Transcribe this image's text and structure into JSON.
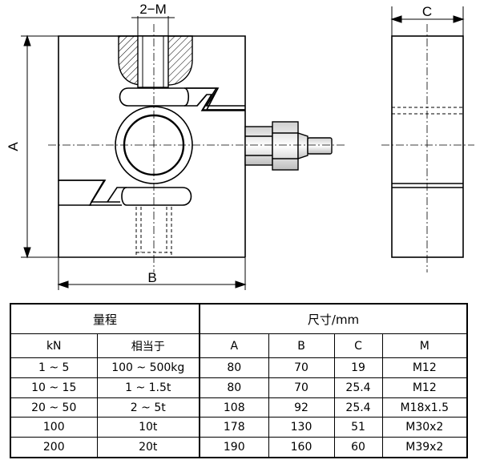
{
  "drawing": {
    "thread_label": "2−M",
    "dim_a_label": "A",
    "dim_b_label": "B",
    "dim_c_label": "C"
  },
  "table": {
    "group_headers": [
      "量程",
      "尺寸/mm"
    ],
    "columns": [
      "kN",
      "相当于",
      "A",
      "B",
      "C",
      "M"
    ],
    "rows": [
      [
        "1 ~ 5",
        "100 ~ 500kg",
        "80",
        "70",
        "19",
        "M12"
      ],
      [
        "10 ~ 15",
        "1 ~ 1.5t",
        "80",
        "70",
        "25.4",
        "M12"
      ],
      [
        "20 ~ 50",
        "2 ~ 5t",
        "108",
        "92",
        "25.4",
        "M18x1.5"
      ],
      [
        "100",
        "10t",
        "178",
        "130",
        "51",
        "M30x2"
      ],
      [
        "200",
        "20t",
        "190",
        "160",
        "60",
        "M39x2"
      ]
    ]
  }
}
